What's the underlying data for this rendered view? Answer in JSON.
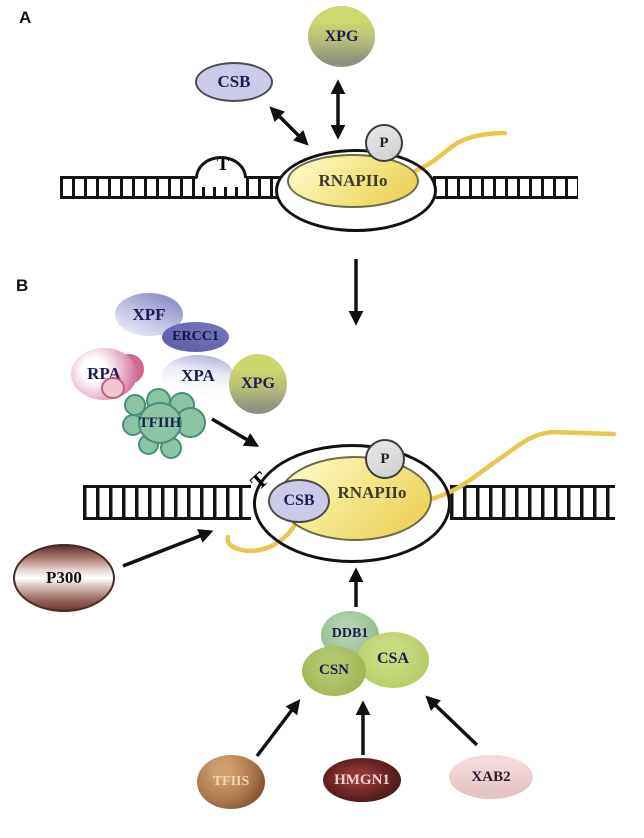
{
  "figure": {
    "panel_a": {
      "label": "A",
      "proteins": {
        "xpg": "XPG",
        "csb": "CSB",
        "rnapii": "RNAPIIo",
        "phospho": "P"
      },
      "lesion": "T"
    },
    "panel_b": {
      "label": "B",
      "proteins": {
        "xpf": "XPF",
        "ercc1": "ERCC1",
        "rpa": "RPA",
        "xpa": "XPA",
        "xpg": "XPG",
        "tfiih": "TFIIH",
        "csb": "CSB",
        "rnapii": "RNAPIIo",
        "phospho": "P",
        "p300": "P300",
        "ddb1": "DDB1",
        "csn": "CSN",
        "csa": "CSA",
        "tfiis": "TFIIS",
        "hmgn1": "HMGN1",
        "xab2": "XAB2"
      },
      "lesion": "T"
    },
    "colors": {
      "xpg_top": "#ccd76d",
      "xpg_bottom": "#8e9280",
      "csb": "#cbcbe9",
      "rnapii_yellow": "#f0dd74",
      "phospho_gray": "#d9d9d9",
      "xpf": "#9a9ad0",
      "ercc1": "#6666ae",
      "rpa_pink": "#d37ba4",
      "xpa": "#dcdcf0",
      "tfiih_teal": "#8cc4a4",
      "p300_brown": "#6b3b32",
      "ddb1_green": "#9cc39a",
      "csn_green": "#a9bd62",
      "csa_green": "#c0d272",
      "tfiis_brown": "#a9744a",
      "hmgn1_maroon": "#5a1d1d",
      "xab2_pink": "#eccfcf",
      "rna_yellow": "#e8c74f",
      "dna_black": "#141414"
    }
  }
}
